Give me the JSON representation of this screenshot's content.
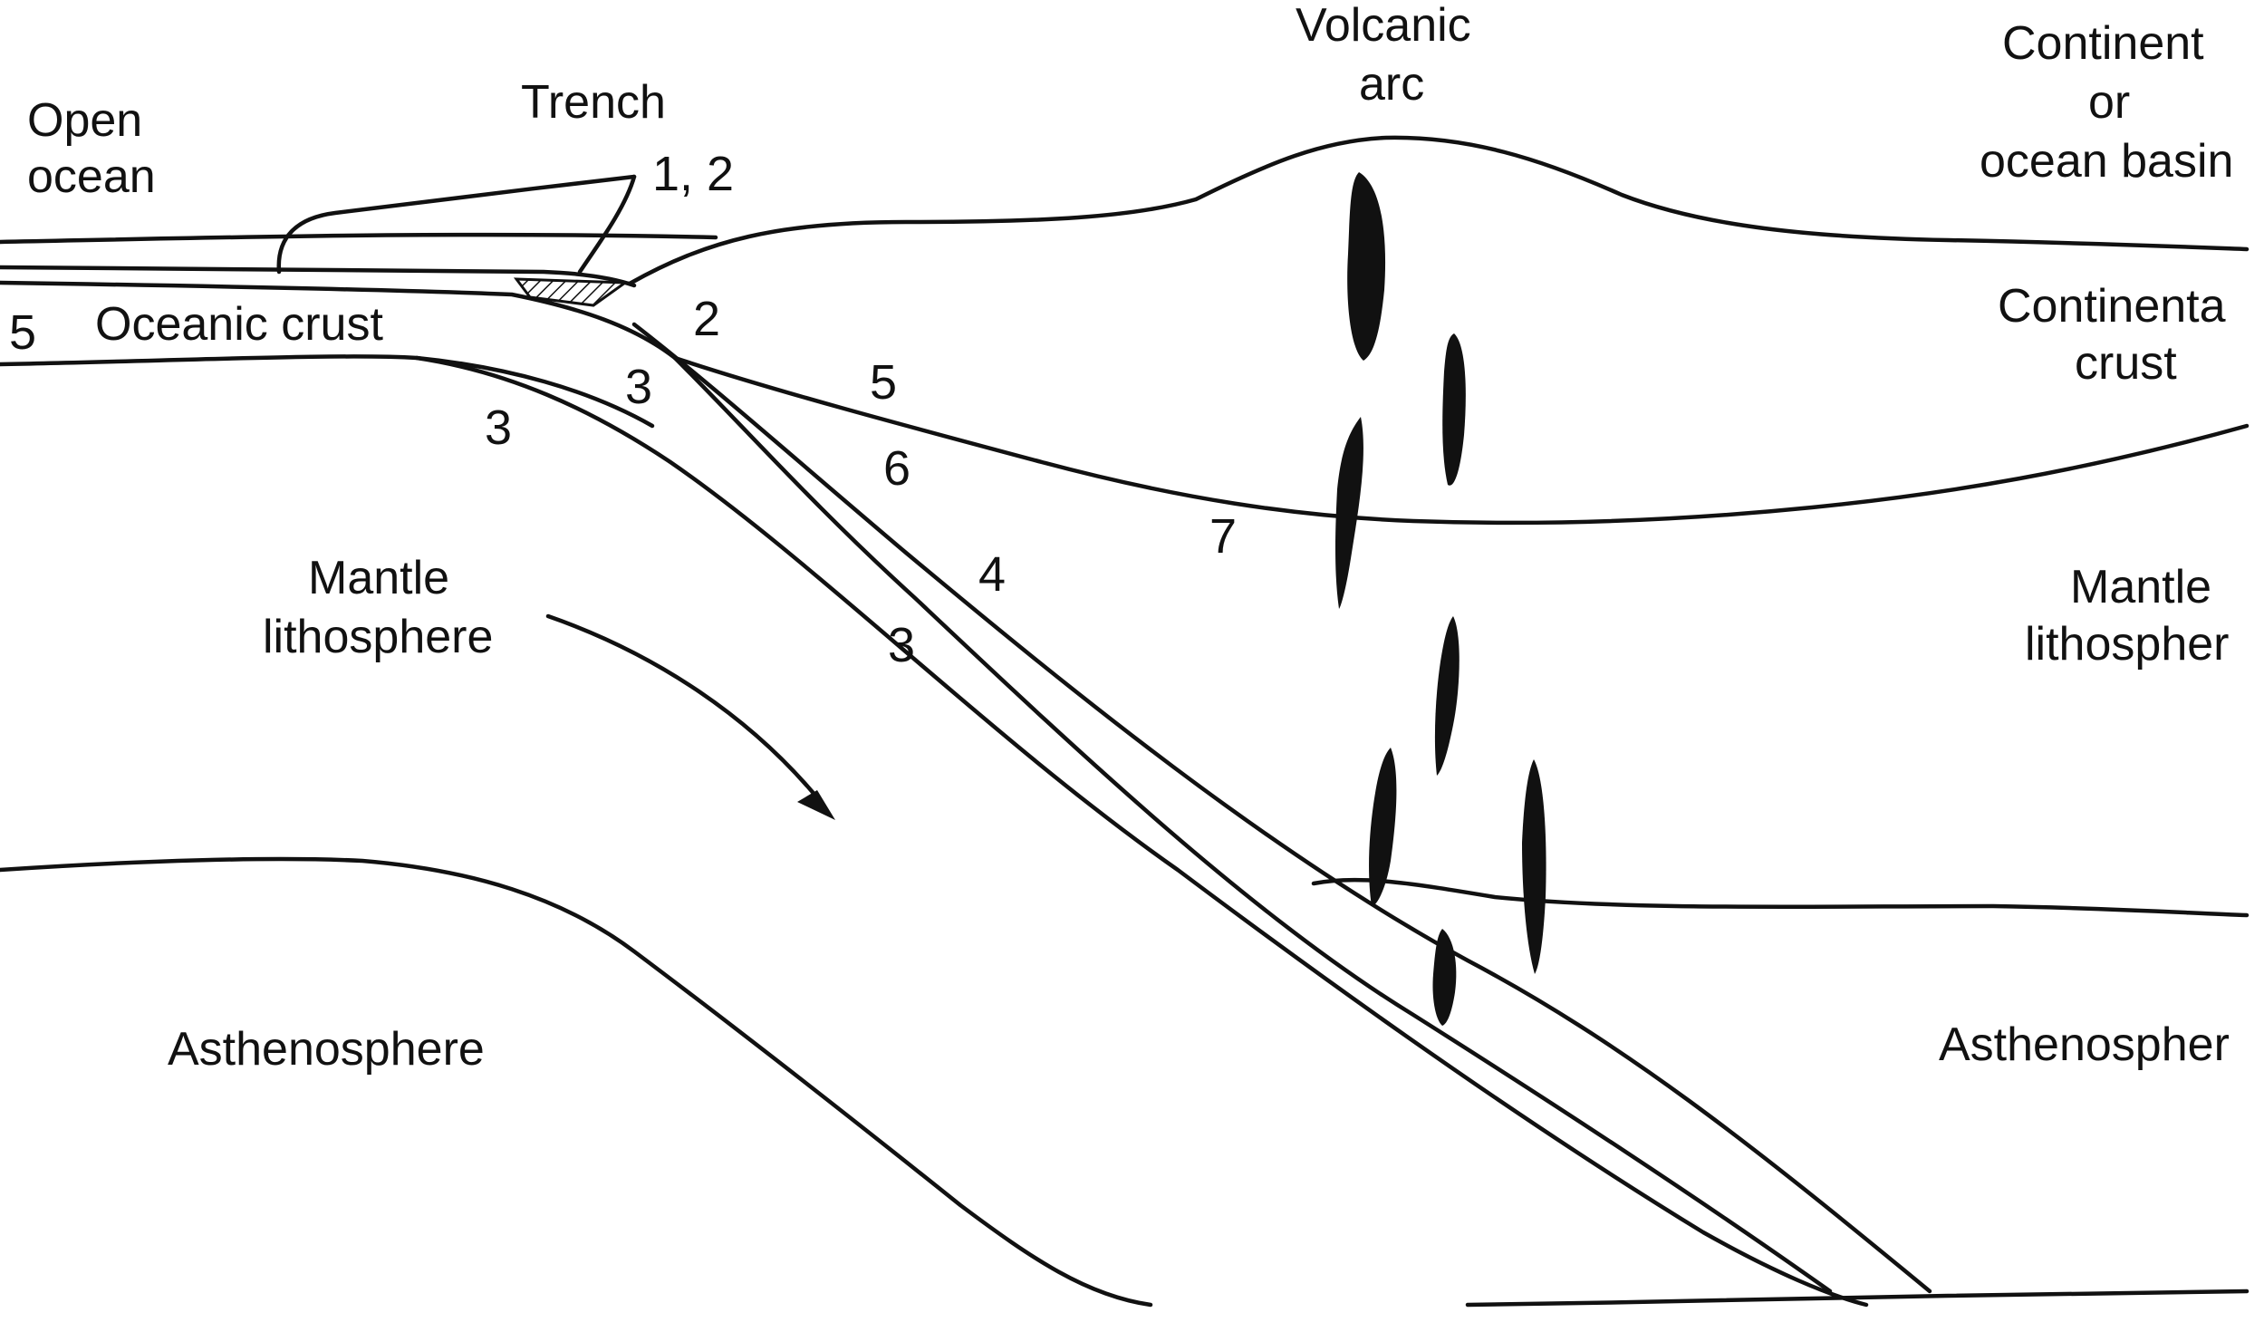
{
  "labels": {
    "open_ocean_1": "Open",
    "open_ocean_2": "ocean",
    "trench": "Trench",
    "volcanic_arc_1": "Volcanic",
    "volcanic_arc_2": "arc",
    "continent_1": "Continent",
    "continent_2": "or",
    "continent_3": "ocean basin",
    "continental_crust_1": "Continenta",
    "continental_crust_2": "crust",
    "oceanic_crust": "Oceanic crust",
    "mantle_lith_left_1": "Mantle",
    "mantle_lith_left_2": "lithosphere",
    "mantle_lith_right_1": "Mantle",
    "mantle_lith_right_2": "lithospher",
    "asthenosphere_left": "Asthenosphere",
    "asthenosphere_right": "Asthenospher"
  },
  "numbers": {
    "n_1_2": "1, 2",
    "n_5_left": "5",
    "n_2": "2",
    "n_3_a": "3",
    "n_3_b": "3",
    "n_5_mid": "5",
    "n_6": "6",
    "n_7": "7",
    "n_4": "4",
    "n_3_c": "3"
  },
  "colors": {
    "ink": "#111111",
    "background": "#ffffff"
  }
}
